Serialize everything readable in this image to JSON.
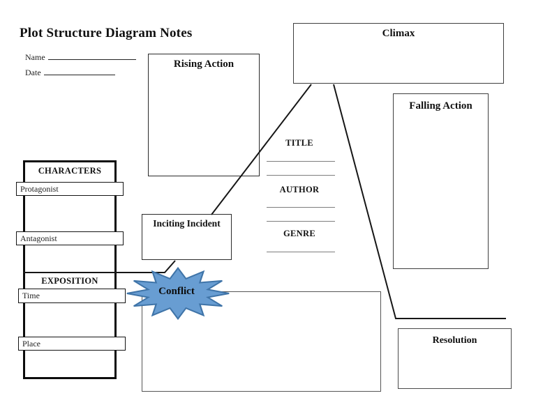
{
  "page_title": "Plot Structure Diagram Notes",
  "meta_fields": {
    "name_label": "Name",
    "date_label": "Date"
  },
  "plot_boxes": {
    "rising_action_label": "Rising Action",
    "climax_label": "Climax",
    "falling_action_label": "Falling Action",
    "inciting_incident_label": "Inciting Incident",
    "conflict_label": "Conflict",
    "resolution_label": "Resolution"
  },
  "characters_panel": {
    "header_label": "CHARACTERS",
    "character_fields": [
      {
        "label": "Protagonist"
      },
      {
        "label": "Antagonist"
      }
    ],
    "exposition_label": "EXPOSITION",
    "setting_fields": [
      {
        "label": "Time"
      },
      {
        "label": "Place"
      }
    ]
  },
  "book_info": {
    "title_label": "TITLE",
    "author_label": "AUTHOR",
    "genre_label": "GENRE"
  },
  "colors": {
    "star_fill": "#689dd2",
    "star_border": "#3f74a8",
    "plot_line": "#161616"
  }
}
